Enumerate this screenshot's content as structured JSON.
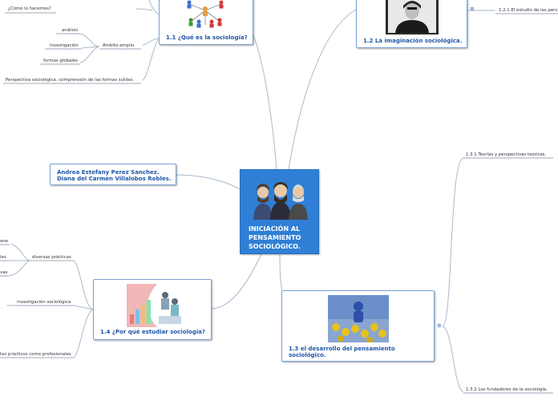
{
  "central": {
    "title": "INICIACIÓN AL PENSAMIENTO SOCIOLÓGICO."
  },
  "nodes": {
    "n11": {
      "title": "1.1 ¿Qué es la sociología?"
    },
    "n12": {
      "title": "1.2 La imaginación sociológica."
    },
    "n13": {
      "title": "1.3 el desarrollo del pensamiento sociológico."
    },
    "n14": {
      "title": "1.4 ¿Por qué estudiar sociología?"
    },
    "authors": {
      "line1": "Andrea Estefany Perez Sanchez.",
      "line2": "Diana del Carmen Villalobos Robles."
    }
  },
  "labels": {
    "como": "¿Cómo lo hacemos?",
    "analisis": "análisis",
    "investigacion": "investigación",
    "formas": "formas globales",
    "ambito": "Ámbito amplio.",
    "perspectiva": "Perspectiva sociológica. comprensión de las formas sutiles.",
    "l121": "1.2.1 El estudio de las pers",
    "l131": "1.3.1 Teorías y perspectivas teóricas.",
    "l132": "1.3.2 Los fundadores de la sociología.",
    "diversas": "diversas prácticas",
    "invsoc": "investigación sociológica",
    "practicos": "tos prácticos como profesionales",
    "frag1": "ane",
    "frag2": "les",
    "frag3": "vas"
  },
  "icons": {
    "collapse": "≡"
  },
  "colors": {
    "central_bg": "#2f7fd6",
    "node_border": "#7aa2d6",
    "node_title": "#1f56a8",
    "connector": "#9ab0c8"
  }
}
